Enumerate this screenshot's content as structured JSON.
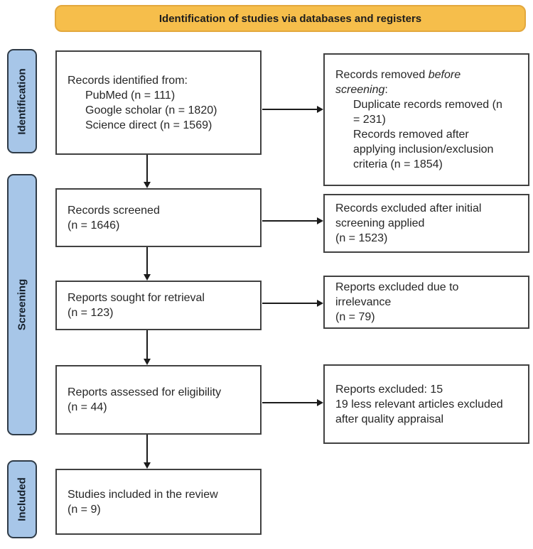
{
  "banner": {
    "title": "Identification of studies via databases and registers"
  },
  "stages": [
    {
      "label": "Identification"
    },
    {
      "label": "Screening"
    },
    {
      "label": "Included"
    }
  ],
  "flow_boxes": [
    {
      "title": "Records identified from:",
      "items": [
        "PubMed (n = 111)",
        "Google scholar (n = 1820)",
        "Science direct (n = 1569)"
      ]
    },
    {
      "lines": [
        "Records screened",
        "(n = 1646)"
      ]
    },
    {
      "lines": [
        "Reports sought for retrieval",
        "(n = 123)"
      ]
    },
    {
      "lines": [
        "Reports assessed for eligibility",
        "(n = 44)"
      ]
    },
    {
      "lines": [
        "Studies included in the review",
        "(n = 9)"
      ]
    }
  ],
  "exclusion_boxes": [
    {
      "intro": {
        "normal": "Records removed ",
        "italic": "before screening",
        "suffix": ":"
      },
      "items": [
        "Duplicate records removed (n = 231)",
        "Records removed after applying inclusion/exclusion criteria (n = 1854)"
      ]
    },
    {
      "lines": [
        "Records excluded after initial screening applied",
        "(n = 1523)"
      ]
    },
    {
      "lines": [
        "Reports excluded due to irrelevance",
        "(n = 79)"
      ]
    },
    {
      "lines": [
        "Reports excluded: 15",
        "19 less relevant articles excluded after quality appraisal"
      ]
    }
  ],
  "colors": {
    "banner_bg": "#F6BE4B",
    "banner_border": "#E3A83E",
    "stage_bg": "#A7C6E8",
    "stage_border": "#2F3B47",
    "box_border": "#414141",
    "text": "#262626",
    "arrow": "#1B1B1B"
  }
}
